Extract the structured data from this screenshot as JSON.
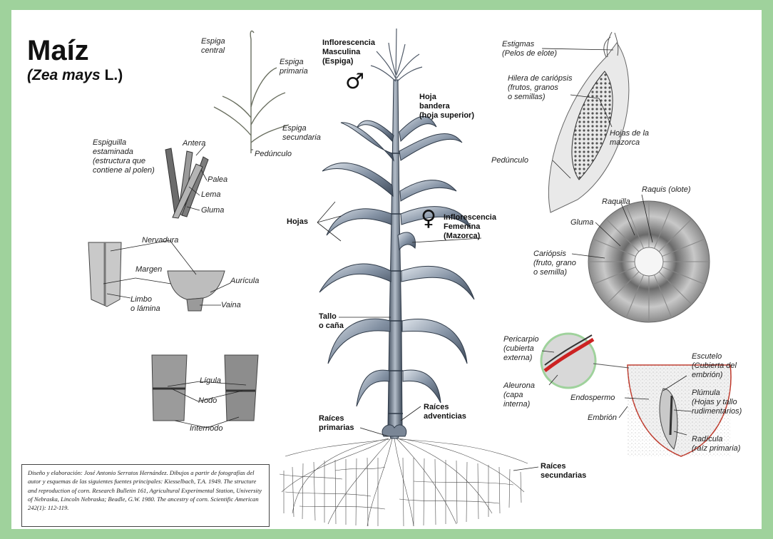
{
  "title": "Maíz",
  "subtitle_italic": "(Zea mays",
  "subtitle_author": " L.)",
  "symbols": {
    "male": "♂",
    "female": "♀"
  },
  "labels": {
    "espiga_central": "Espiga\ncentral",
    "espiga_primaria": "Espiga\nprimaria",
    "espiga_secundaria": "Espiga\nsecundaria",
    "pedunculo_espiga": "Pedúnculo",
    "espiguilla": "Espiguilla\nestaminada\n(estructura que\ncontiene al polen)",
    "antera": "Antera",
    "palea": "Palea",
    "lema": "Lema",
    "gluma_espiguilla": "Gluma",
    "nervadura": "Nervadura",
    "margen": "Margen",
    "limbo": "Limbo\no lámina",
    "auricula": "Aurícula",
    "vaina": "Vaina",
    "ligula": "Lígula",
    "nodo": "Nodo",
    "internodo": "Internodo",
    "infl_masculina": "Inflorescencia\nMasculina\n(Espiga)",
    "hoja_bandera": "Hoja\nbandera\n(hoja superior)",
    "hojas": "Hojas",
    "infl_femenina": "Inflorescencia\nFemenina\n(Mazorca)",
    "tallo": "Tallo\no caña",
    "raices_adventicias": "Raíces\nadventicias",
    "raices_primarias": "Raíces\nprimarias",
    "raices_secundarias": "Raíces\nsecundarias",
    "estigmas": "Estigmas\n(Pelos de elote)",
    "hilera": "Hilera de cariópsis\n(frutos, granos\no semillas)",
    "hojas_mazorca": "Hojas de la\nmazorca",
    "pedunculo_mazorca": "Pedúnculo",
    "raquis": "Raquis (olote)",
    "raquilla": "Raquilla",
    "gluma_corte": "Gluma",
    "cariopsis": "Cariópsis\n(fruto, grano\no semilla)",
    "pericarpio": "Pericarpio\n(cubierta\nexterna)",
    "aleurona": "Aleurona\n(capa\ninterna)",
    "escutelo": "Escutelo\n(Cubierta del\nembrión)",
    "endospermo": "Endospermo",
    "plumula": "Plúmula\n(Hojas y tallo\nrudimentarios)",
    "embrion": "Embrión",
    "radicula": "Radícula\n(raíz primaria)"
  },
  "credits": "Diseño y elaboración: José Antonio Serratos Hernández. Dibujos a partir de fotografías del autor y esquemas de las siguientes fuentes principales: Kiesselbach, T.A. 1949. The structure and reproduction of corn. Research Bulletin 161, Agricultural Experimental Station, University of Nebraska, Lincoln Nebraska; Beadle, G.W. 1980. The ancestry of corn. Scientific American 242(1): 112-119.",
  "colors": {
    "frame": "#9fd29c",
    "plant": "#6f7f92",
    "pericarp_line": "#cc2222",
    "kernel_outline": "#c0392b"
  }
}
